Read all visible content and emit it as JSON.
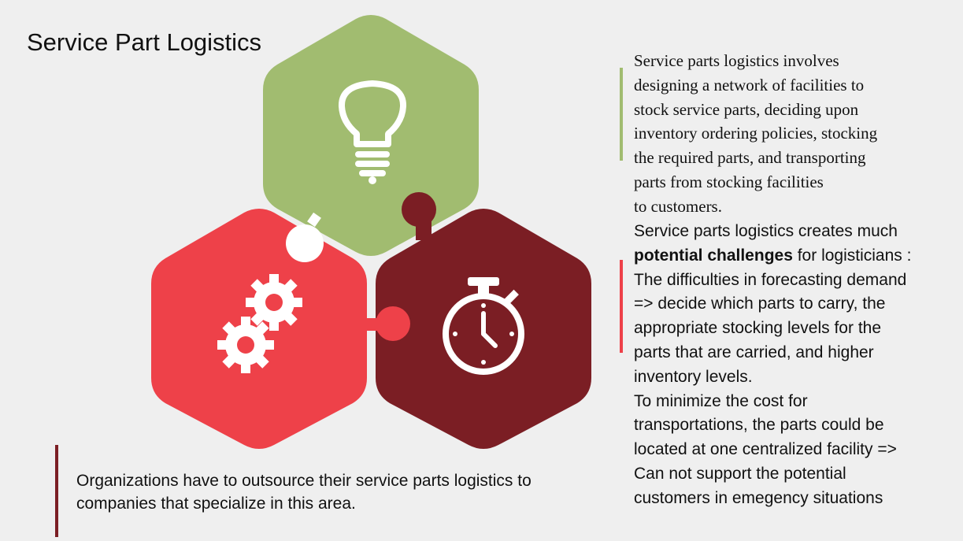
{
  "slide": {
    "title": "Service Part Logistics",
    "accent_colors": {
      "green": "#a1bc70",
      "red": "#ee4149",
      "dark_red": "#7b1e24"
    },
    "icons": [
      "lightbulb-icon",
      "gears-icon",
      "stopwatch-icon"
    ]
  },
  "right_text": {
    "paragraph1": [
      "Service parts logistics involves",
      "designing a network of facilities to",
      "stock service parts, deciding upon",
      "inventory ordering policies, stocking",
      "the required parts, and transporting",
      "parts from stocking facilities",
      "to customers."
    ],
    "paragraph2": {
      "intro": "Service parts logistics creates much",
      "bold": "potential challenges",
      "after_bold": " for logisticians :",
      "lines": [
        "The difficulties in forecasting demand",
        "=> decide which parts to carry, the",
        "appropriate stocking levels for the",
        "parts that are carried, and higher",
        "inventory levels.",
        "To minimize the cost for",
        "transportations, the parts could be",
        "located at one centralized facility =>",
        "Can not support the potential",
        "customers in emegency situations"
      ]
    }
  },
  "bottom_text": {
    "lines": [
      "Organizations have to outsource their service parts logistics to",
      "companies that specialize in this area."
    ]
  }
}
